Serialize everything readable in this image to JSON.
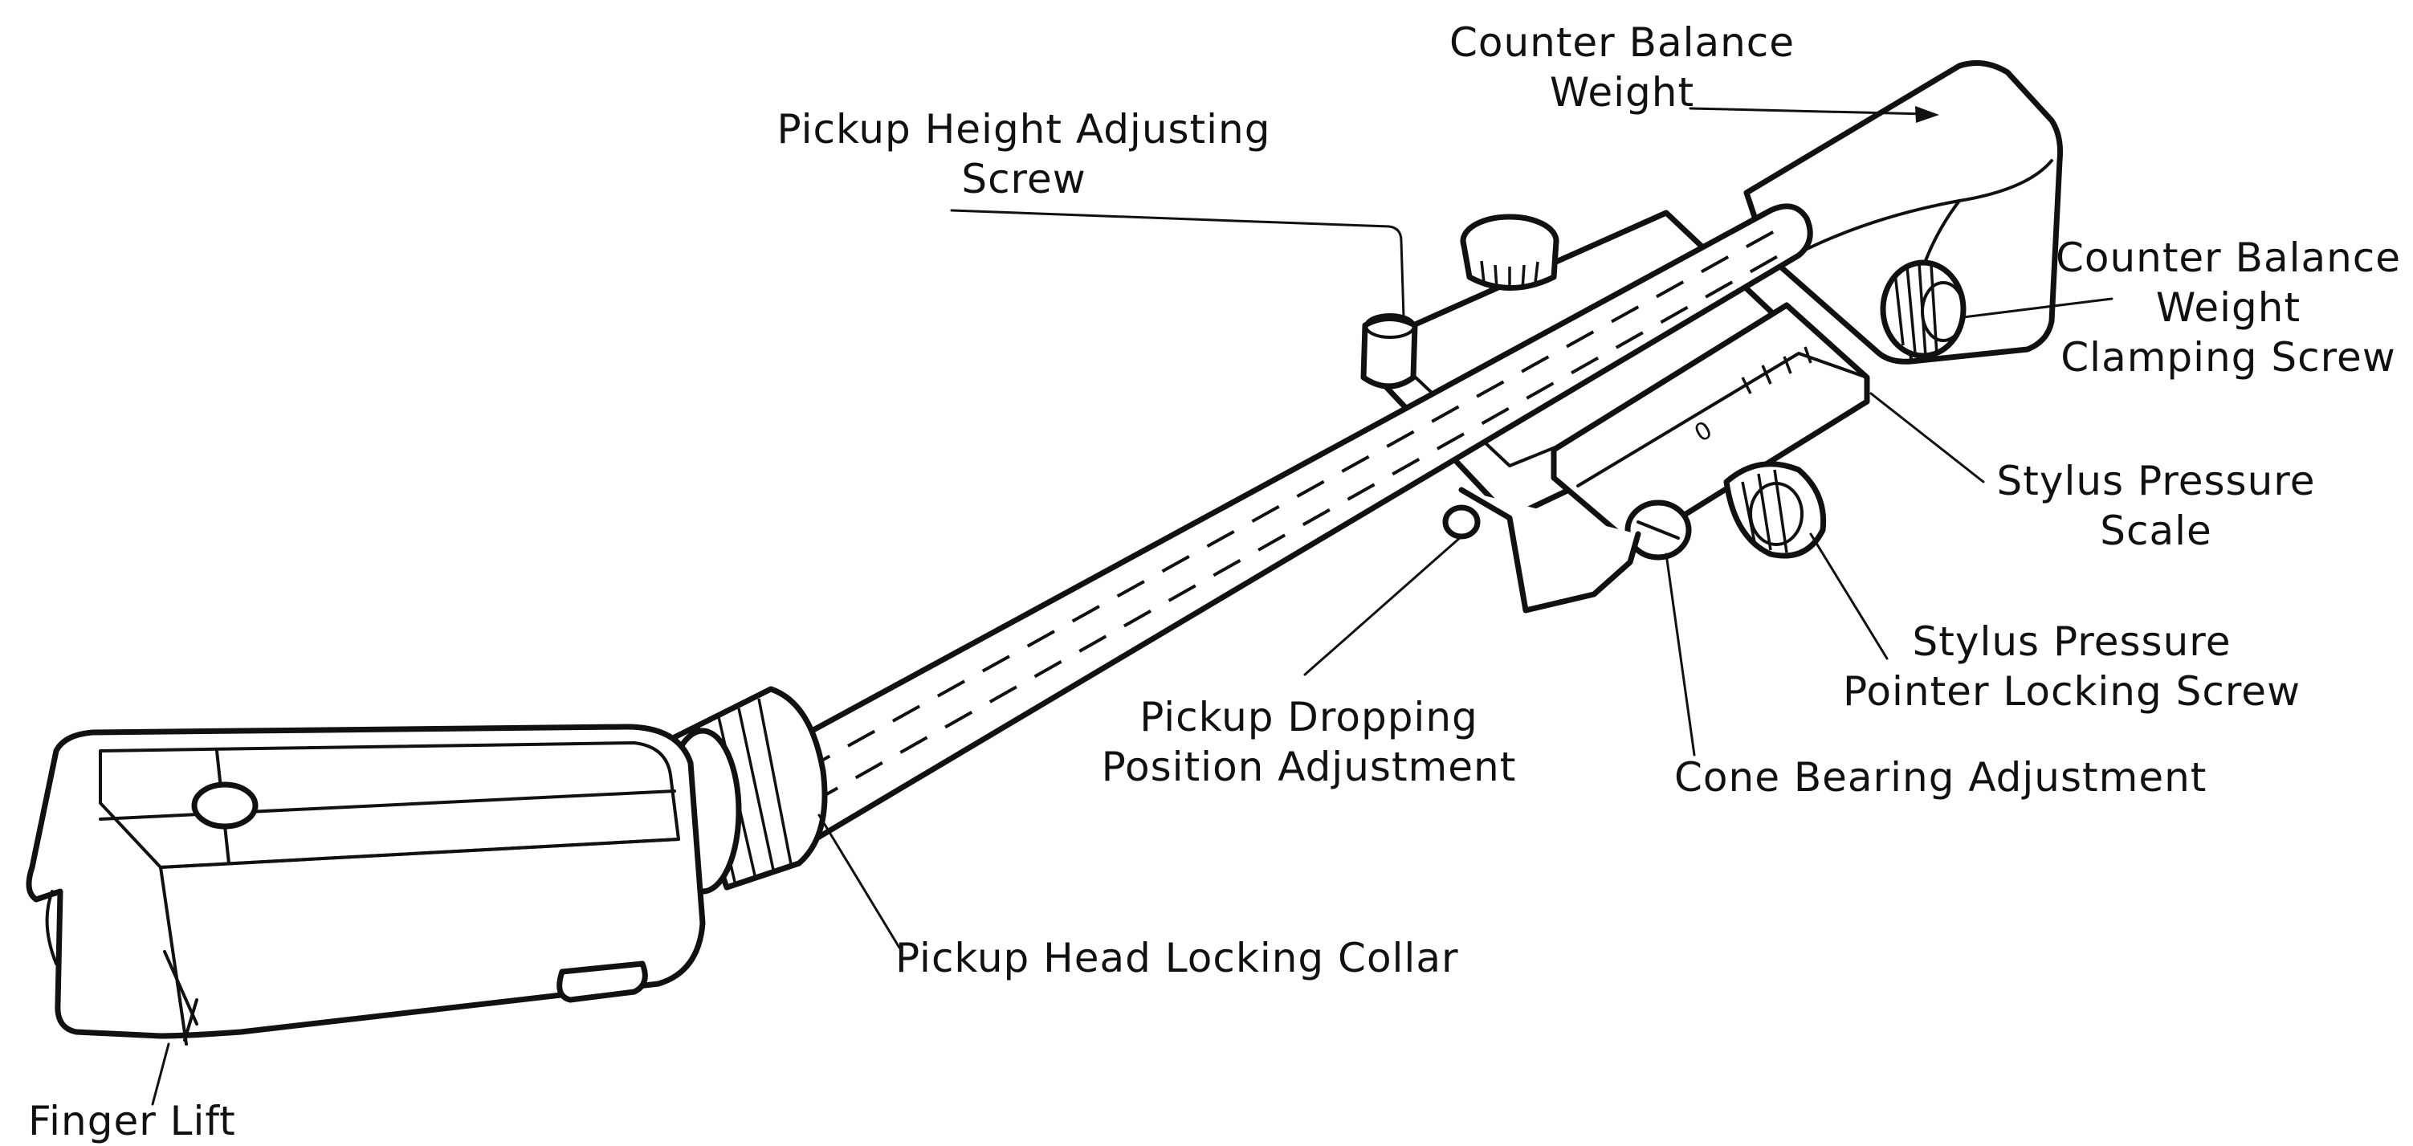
{
  "labels": {
    "counter_balance_weight": "Counter Balance\nWeight",
    "pickup_height_adjusting_screw": "Pickup Height Adjusting\nScrew",
    "counter_balance_weight_clamping_screw": "Counter Balance\nWeight\nClamping Screw",
    "stylus_pressure_scale": "Stylus Pressure\nScale",
    "stylus_pressure_pointer_locking_screw": "Stylus Pressure\nPointer Locking Screw",
    "pickup_dropping_position_adjustment": "Pickup Dropping\nPosition Adjustment",
    "cone_bearing_adjustment": "Cone Bearing Adjustment",
    "pickup_head_locking_collar": "Pickup Head Locking Collar",
    "finger_lift": "Finger Lift",
    "scale_zero": "0"
  }
}
